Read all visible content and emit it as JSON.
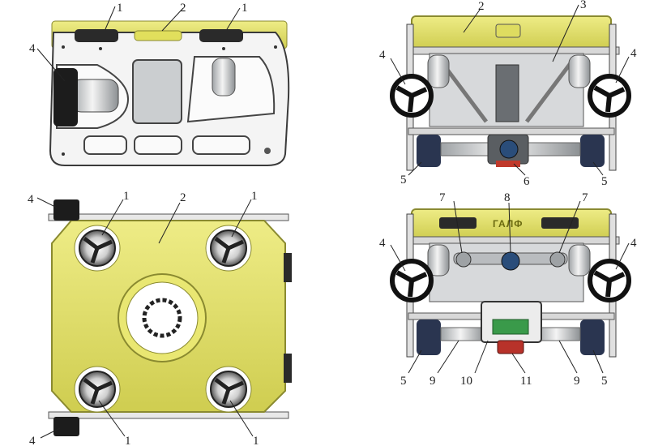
{
  "colors": {
    "hull": "#e6e46a",
    "hull_dark": "#c9c74a",
    "hull_edge": "#8a8a30",
    "frame": "#f2f2f2",
    "frame_dark": "#7a7a7a",
    "metal": "#bfc2c4",
    "metal_dark": "#3c3c3c",
    "wheel": "#1a1a1a",
    "track": "#4a5a8a",
    "interior": "#d7d9db"
  },
  "brand_text": "ГАЛФ",
  "views": {
    "side": {
      "labels": [
        "1",
        "2",
        "1",
        "4"
      ]
    },
    "top": {
      "labels": [
        "4",
        "1",
        "2",
        "1",
        "4",
        "1",
        "1"
      ]
    },
    "front": {
      "labels": [
        "2",
        "3",
        "4",
        "4",
        "5",
        "6",
        "5"
      ]
    },
    "rear": {
      "labels": [
        "7",
        "8",
        "7",
        "4",
        "4",
        "5",
        "9",
        "10",
        "11",
        "9",
        "5"
      ]
    }
  }
}
